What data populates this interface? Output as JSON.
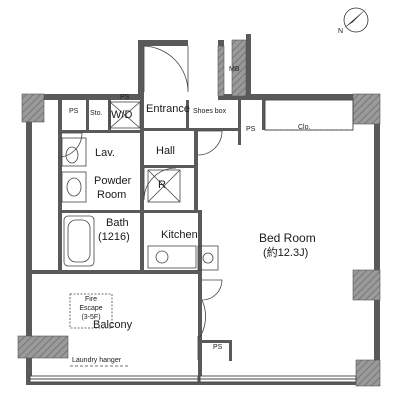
{
  "plan": {
    "rooms": {
      "bedroom_name": "Bed Room",
      "bedroom_size": "(約12.3J)",
      "kitchen": "Kitchen",
      "bath_name": "Bath",
      "bath_size": "(1216)",
      "powder_line1": "Powder",
      "powder_line2": "Room",
      "lavatory": "Lav.",
      "hall": "Hall",
      "entrance": "Entrance",
      "shoes_box": "Shoes box",
      "washer_dryer": "W/D",
      "storage": "Sto.",
      "closet": "Clo.",
      "balcony": "Balcony",
      "fire_escape_line1": "Fire",
      "fire_escape_line2": "Escape",
      "fire_escape_line3": "(3-5F)",
      "laundry_hanger": "Laundry hanger",
      "refrigerator": "R"
    },
    "pipe_spaces": [
      "PS",
      "PS",
      "PS",
      "PS"
    ],
    "meter_box": "MB",
    "compass_icon": "north-arrow-icon"
  }
}
